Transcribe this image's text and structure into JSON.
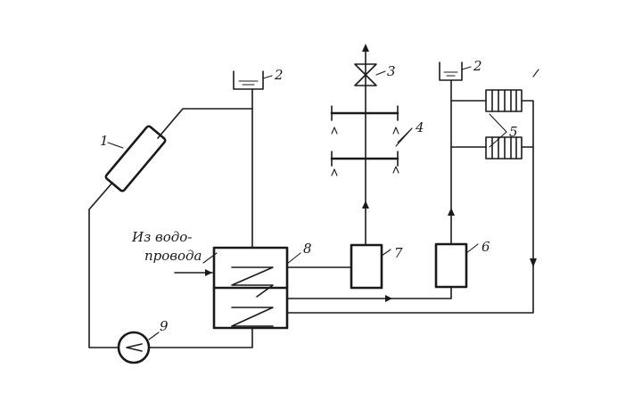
{
  "labels": {
    "n1": "1",
    "n2_left": "2",
    "n2_right": "2",
    "n3": "3",
    "n4": "4",
    "n5": "5",
    "n6": "6",
    "n7": "7",
    "n8": "8",
    "n9": "9"
  },
  "inlet_note": {
    "line1": "Из водо-",
    "line2": "провода"
  }
}
